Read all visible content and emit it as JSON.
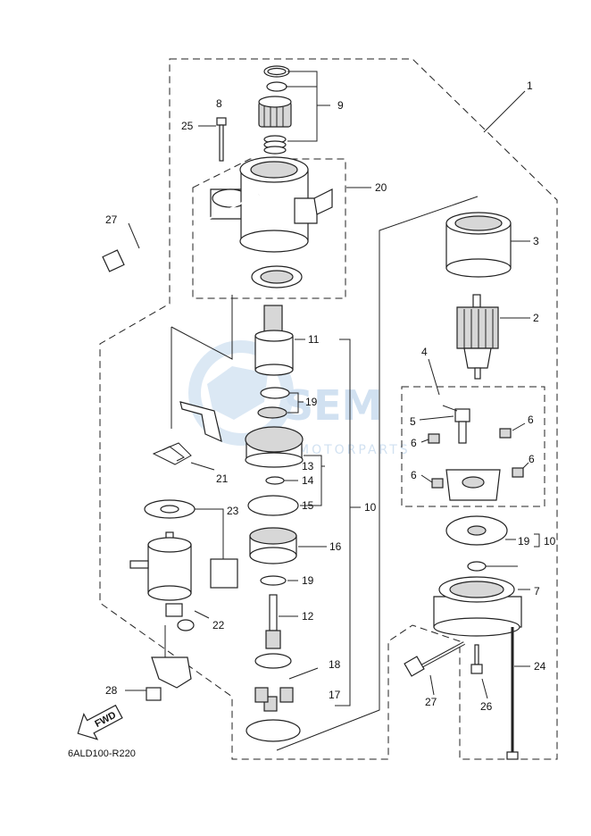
{
  "diagram": {
    "code": "6ALD100-R220",
    "fwd_label": "FWD",
    "watermark": {
      "brand": "SEM",
      "sub": "MOTORPARTS"
    },
    "callouts": [
      "1",
      "2",
      "3",
      "4",
      "5",
      "6",
      "6",
      "6",
      "6",
      "7",
      "8",
      "9",
      "10",
      "10",
      "11",
      "12",
      "13",
      "14",
      "15",
      "16",
      "17",
      "18",
      "19",
      "19",
      "19",
      "19",
      "20",
      "21",
      "22",
      "23",
      "24",
      "25",
      "26",
      "27",
      "27",
      "28"
    ]
  }
}
